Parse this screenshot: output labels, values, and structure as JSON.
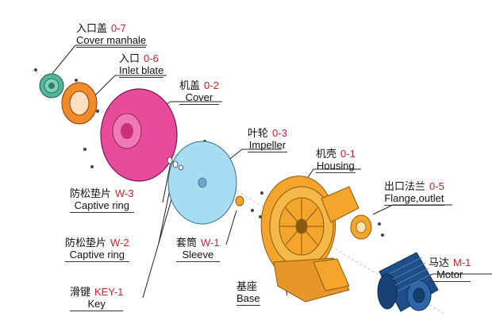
{
  "colors": {
    "code_red": "#d0202a",
    "cover_manhale": "#4fb79a",
    "inlet_blate": "#f08b2a",
    "cover": "#e84b9b",
    "impeller": "#a8dcf2",
    "housing": "#f3a52c",
    "motor": "#1f4f8a"
  },
  "parts": [
    {
      "id": "cover_manhale",
      "cn": "入口盖",
      "code": "0-7",
      "en": "Cover manhale"
    },
    {
      "id": "inlet_blate",
      "cn": "入口",
      "code": "0-6",
      "en": "Inlet blate"
    },
    {
      "id": "cover",
      "cn": "机盖",
      "code": "0-2",
      "en": "Cover"
    },
    {
      "id": "impeller",
      "cn": "叶轮",
      "code": "0-3",
      "en": "Impeller"
    },
    {
      "id": "housing",
      "cn": "机壳",
      "code": "0-1",
      "en": "Housing"
    },
    {
      "id": "flange_outlet",
      "cn": "出口法兰",
      "code": "0-5",
      "en": "Flange,outlet"
    },
    {
      "id": "captive_ring_w3",
      "cn": "防松垫片",
      "code": "W-3",
      "en": "Captive ring"
    },
    {
      "id": "captive_ring_w2",
      "cn": "防松垫片",
      "code": "W-2",
      "en": "Captive ring"
    },
    {
      "id": "sleeve",
      "cn": "套筒",
      "code": "W-1",
      "en": "Sleeve"
    },
    {
      "id": "key",
      "cn": "滑键",
      "code": "KEY-1",
      "en": "Key"
    },
    {
      "id": "base",
      "cn": "基座",
      "code": "",
      "en": "Base"
    },
    {
      "id": "motor",
      "cn": "马达",
      "code": "M-1",
      "en": "Motor"
    }
  ]
}
